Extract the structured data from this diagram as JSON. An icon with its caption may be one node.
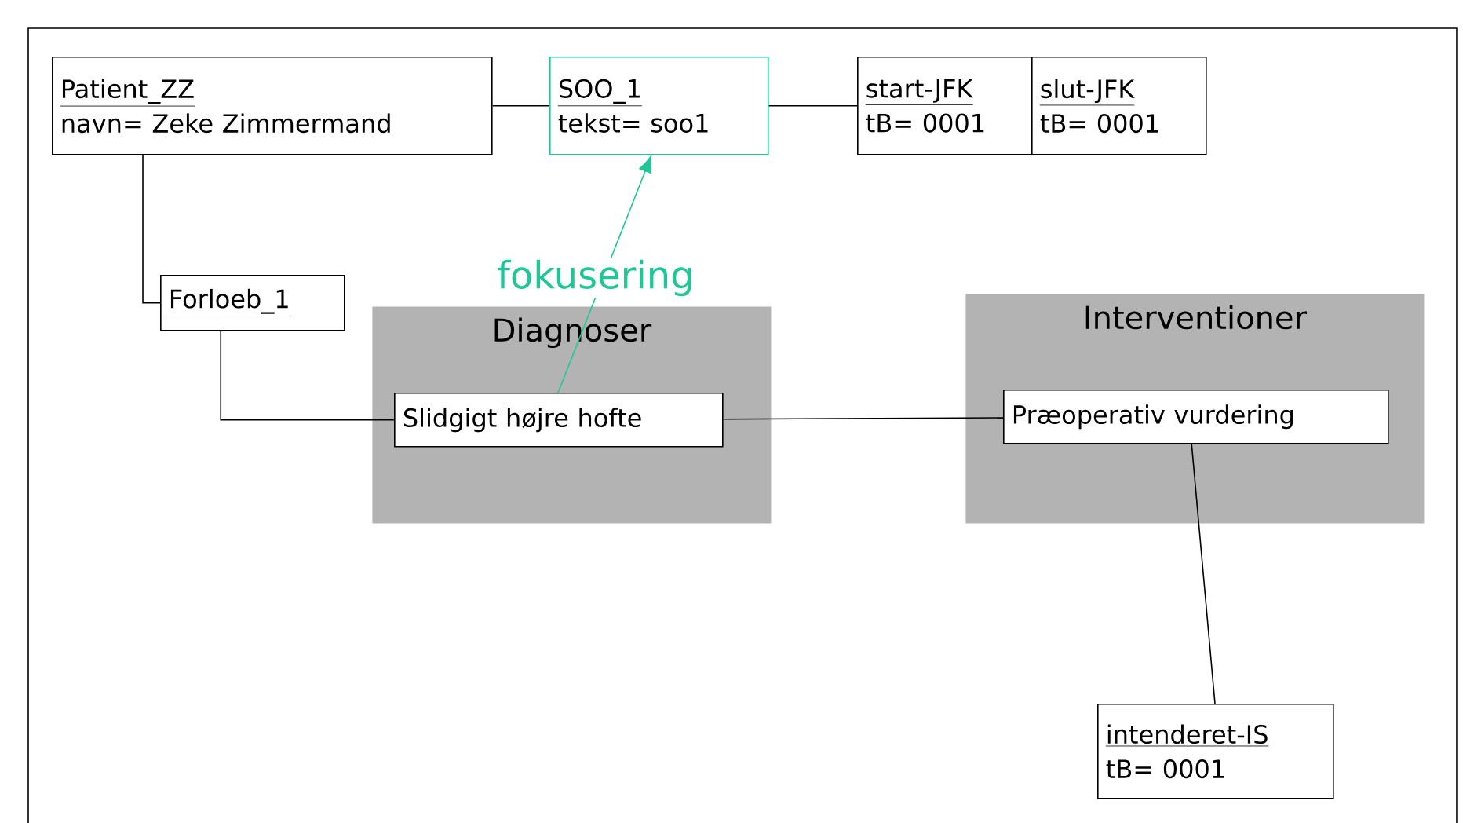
{
  "diagram": {
    "nodes": [
      {
        "text": [
          "Patient_ZZ",
          "navn= Zeke Zimmermand"
        ]
      },
      {
        "text": [
          "SOO_1",
          "tekst= soo1"
        ]
      },
      {
        "text": [
          "start-JFK",
          "tB= 0001"
        ]
      },
      {
        "text": [
          "slut-JFK",
          "tB= 0001"
        ]
      },
      {
        "text": [
          "Forloeb_1"
        ]
      },
      {
        "text": [
          "Diagnoser"
        ]
      },
      {
        "text": [
          "Slidgigt højre hofte"
        ],
        "in": 5
      },
      {
        "text": [
          "Interventioner"
        ]
      },
      {
        "text": [
          "Præoperativ vurdering"
        ],
        "in": 7
      },
      {
        "text": [
          "intenderet-IS",
          "tB= 0001"
        ]
      }
    ],
    "edges": [
      {
        "from": 0,
        "to": 1,
        "arrow": "none"
      },
      {
        "from": 1,
        "to": 2,
        "arrow": "none"
      },
      {
        "from": 0,
        "to": 4,
        "arrow": "none"
      },
      {
        "from": 4,
        "to": 6,
        "arrow": "none"
      },
      {
        "from": 6,
        "to": 1,
        "arrow": "to",
        "label": "fokusering",
        "color": "#1fc797"
      },
      {
        "from": 6,
        "to": 8,
        "arrow": "none"
      },
      {
        "from": 8,
        "to": 9,
        "arrow": "none"
      }
    ]
  }
}
